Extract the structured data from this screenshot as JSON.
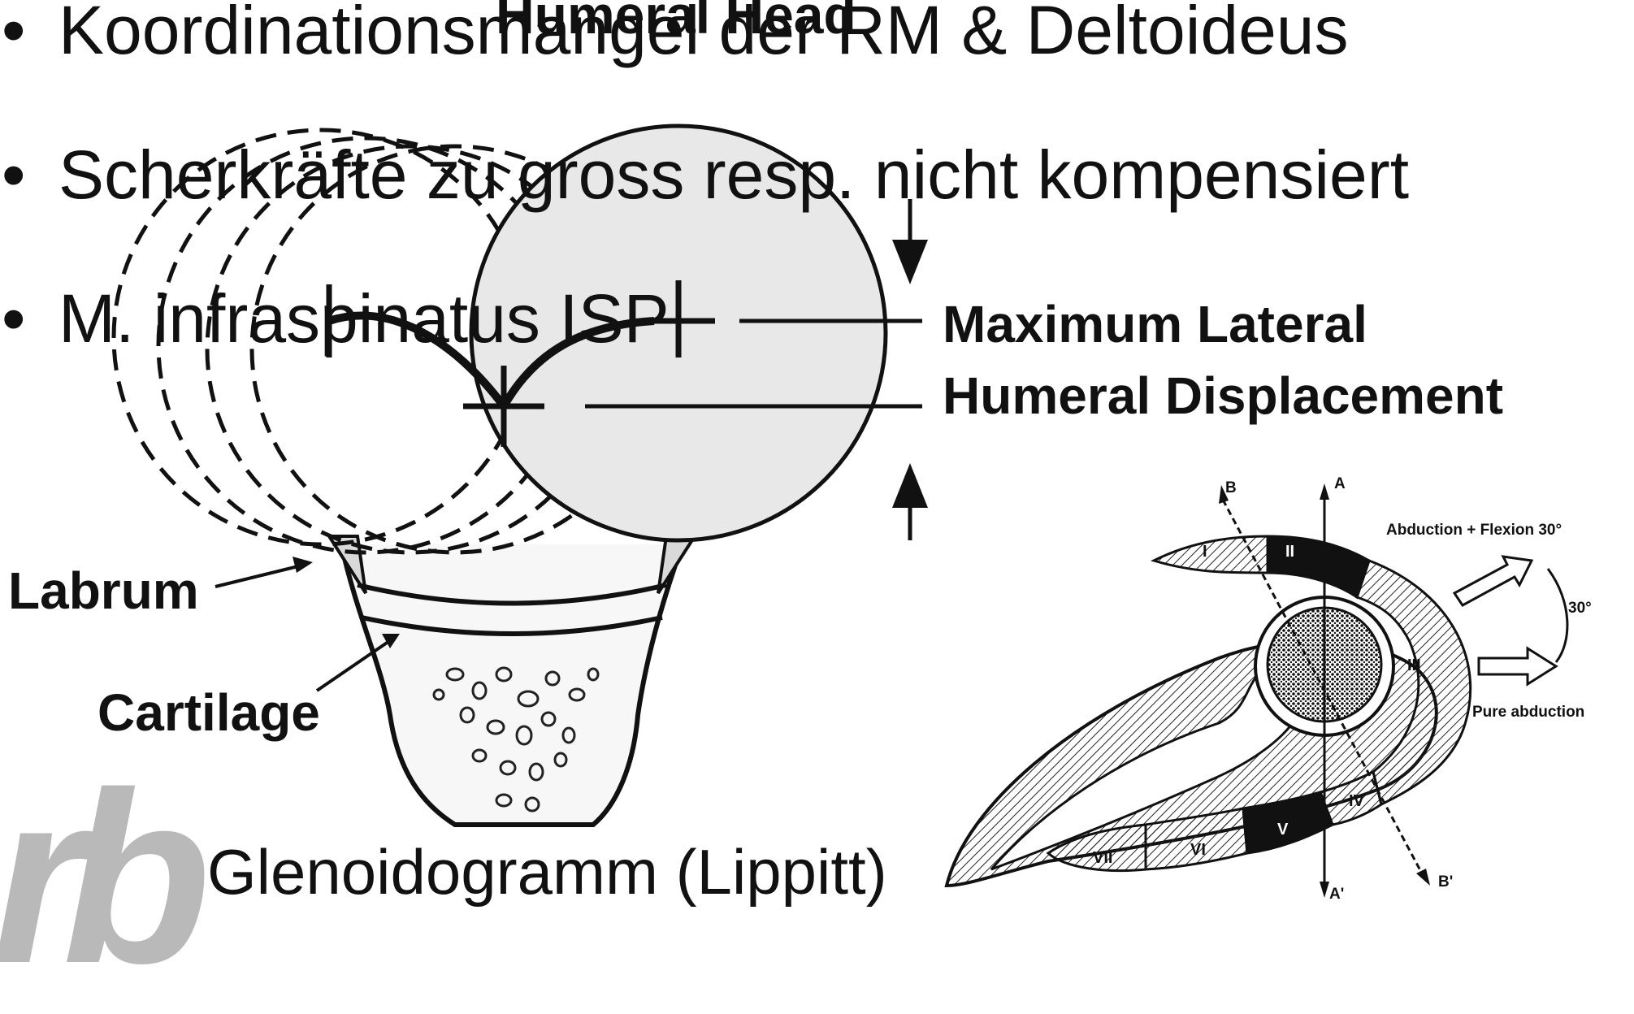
{
  "bullets": [
    {
      "bullet": "•",
      "text": "Koordinationsmangel der RM & Deltoideus"
    },
    {
      "bullet": "•",
      "text": "Scherkräfte zu gross resp. nicht kompensiert"
    },
    {
      "bullet": "•",
      "text": "M. infraspinatus ISP"
    }
  ],
  "caption": "Glenoidogramm (Lippitt)",
  "logo_text": "rb",
  "left_figure": {
    "title_partial": "Humeral Head",
    "labels": {
      "max_lateral_line1": "Maximum Lateral",
      "max_lateral_line2": "Humeral Displacement",
      "labrum": "Labrum",
      "cartilage": "Cartilage"
    }
  },
  "right_figure": {
    "axis_labels": {
      "A": "A",
      "A_prime": "A'",
      "B": "B",
      "B_prime": "B'"
    },
    "motion_labels": {
      "abduction_flexion": "Abduction + Flexion 30°",
      "angle": "30°",
      "pure_abduction": "Pure abduction"
    },
    "zones": [
      "I",
      "II",
      "III",
      "IV",
      "V",
      "VI",
      "VII"
    ]
  },
  "colors": {
    "text": "#111111",
    "head_fill": "#e8e8e8",
    "logo": "#b9b9b9",
    "bone_fill": "#f7f7f7"
  }
}
